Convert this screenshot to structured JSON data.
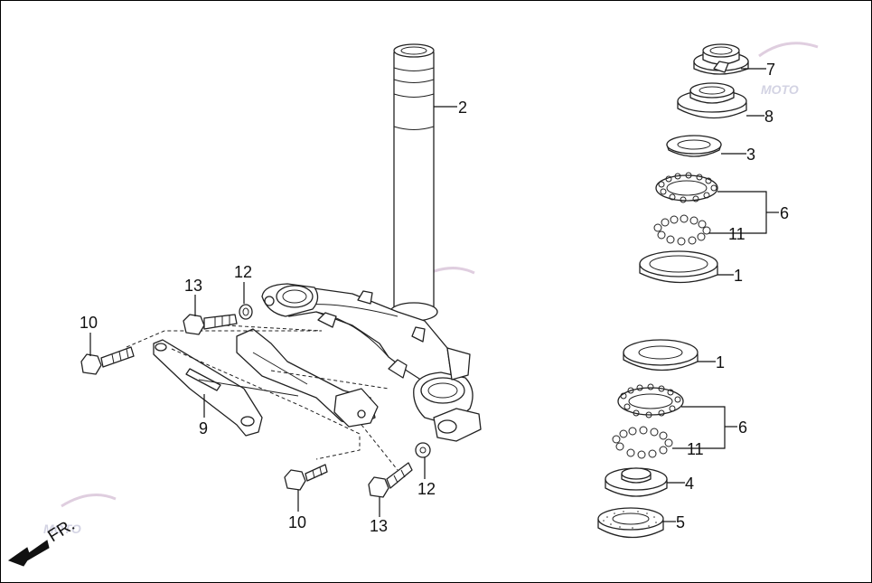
{
  "diagram": {
    "direction_label": "FR.",
    "callouts": [
      {
        "id": "c-7",
        "text": "7"
      },
      {
        "id": "c-8",
        "text": "8"
      },
      {
        "id": "c-2",
        "text": "2"
      },
      {
        "id": "c-3",
        "text": "3"
      },
      {
        "id": "c-6a",
        "text": "6"
      },
      {
        "id": "c-11a",
        "text": "11"
      },
      {
        "id": "c-1a",
        "text": "1"
      },
      {
        "id": "c-1b",
        "text": "1"
      },
      {
        "id": "c-6b",
        "text": "6"
      },
      {
        "id": "c-11b",
        "text": "11"
      },
      {
        "id": "c-4",
        "text": "4"
      },
      {
        "id": "c-5",
        "text": "5"
      },
      {
        "id": "c-13a",
        "text": "13"
      },
      {
        "id": "c-12a",
        "text": "12"
      },
      {
        "id": "c-10a",
        "text": "10"
      },
      {
        "id": "c-9",
        "text": "9"
      },
      {
        "id": "c-10b",
        "text": "10"
      },
      {
        "id": "c-13b",
        "text": "13"
      },
      {
        "id": "c-12b",
        "text": "12"
      }
    ],
    "colors": {
      "line": "#222222",
      "watermark": "#c9c9dd"
    }
  }
}
